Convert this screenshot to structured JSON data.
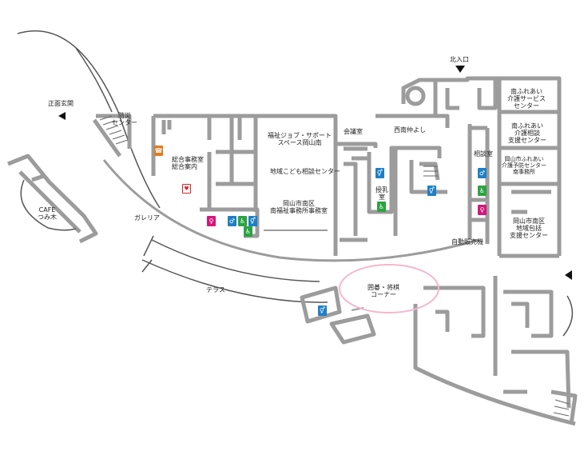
{
  "labels": {
    "north_entrance": "北入口",
    "main_entrance": "正面玄関",
    "cafe_line1": "CAFE",
    "cafe_line2": "つみ木",
    "bousai_line1": "防災",
    "bousai_line2": "センター",
    "office_line1": "総合事務室",
    "office_line2": "総合案内",
    "galleria": "ガレリア",
    "terrace": "テラス",
    "welfare_line1": "福祉ジョブ・サポート",
    "welfare_line2": "スペース岡山南",
    "kodomo": "地域こども相談センター",
    "ward_line1": "岡山市南区",
    "ward_line2": "南福祉事務所事務室",
    "meeting_room": "会議室",
    "seinan": "西南仲よし",
    "nursing_line1": "授乳",
    "nursing_line2": "室",
    "consult_room": "相談室",
    "vending": "自動販売機",
    "go_line1": "囲碁・将棋",
    "go_line2": "コーナー",
    "fureai1_line1": "南ふれあい",
    "fureai1_line2": "介護サービス",
    "fureai1_line3": "センター",
    "fureai2_line1": "南ふれあい",
    "fureai2_line2": "介護相談",
    "fureai2_line3": "支援センター",
    "fureai3_line1": "岡山市ふれあい",
    "fureai3_line2": "介護予防センター",
    "fureai3_line3": "南事務所",
    "houkatsu_line1": "岡山市南区",
    "houkatsu_line2": "地域包括",
    "houkatsu_line3": "支援センター"
  },
  "icons": {
    "phone": {
      "name": "phone-icon",
      "glyph": "☎",
      "color": "#e07a1f"
    },
    "aed": {
      "name": "aed-icon",
      "glyph": "♥",
      "color": "#d9262b"
    },
    "toilet_female": {
      "name": "female-toilet-icon",
      "glyph": "♀",
      "color": "#d6177a"
    },
    "toilet_male": {
      "name": "male-toilet-icon",
      "glyph": "♂",
      "color": "#1f7fc5"
    },
    "wheelchair": {
      "name": "wheelchair-icon",
      "glyph": "♿",
      "color": "#2da343"
    },
    "multi_toilet": {
      "name": "multipurpose-toilet-icon",
      "glyph": "⚥",
      "color": "#1f7fc5"
    },
    "highlight_color": "#f4b7cf",
    "wall_color": "#9c9c9c"
  }
}
